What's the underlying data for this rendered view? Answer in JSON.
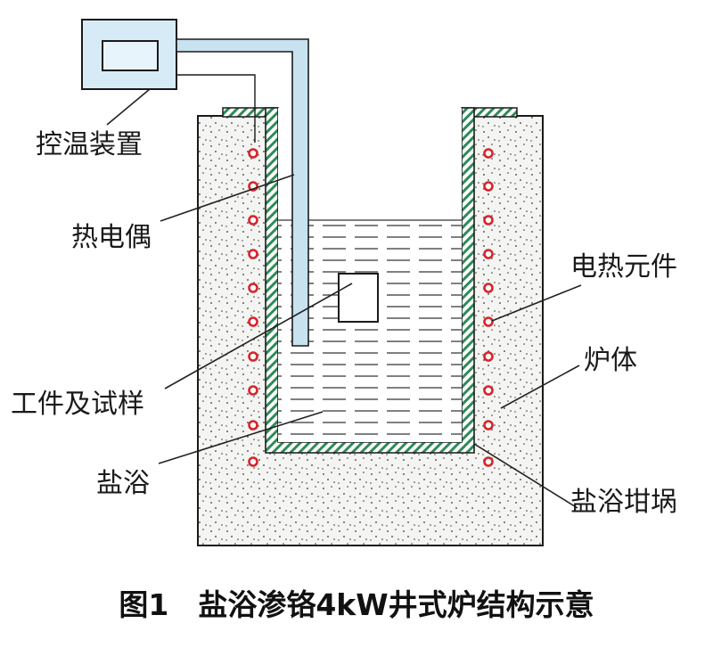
{
  "labels": {
    "controller": "控温装置",
    "thermocouple": "热电偶",
    "workpiece": "工件及试样",
    "salt_bath": "盐浴",
    "heating_element": "电热元件",
    "furnace_body": "炉体",
    "crucible": "盐浴坩埚"
  },
  "caption": "图1　盐浴渗铬4kW井式炉结构示意",
  "colors": {
    "controller_fill": "#d6ebf6",
    "thermocouple_fill": "#c8e2f0",
    "insulation_fill": "#f4f4f2",
    "hatch_green": "#2e8b57",
    "heater_red": "#d8232a",
    "outline": "#1a1a1a"
  }
}
